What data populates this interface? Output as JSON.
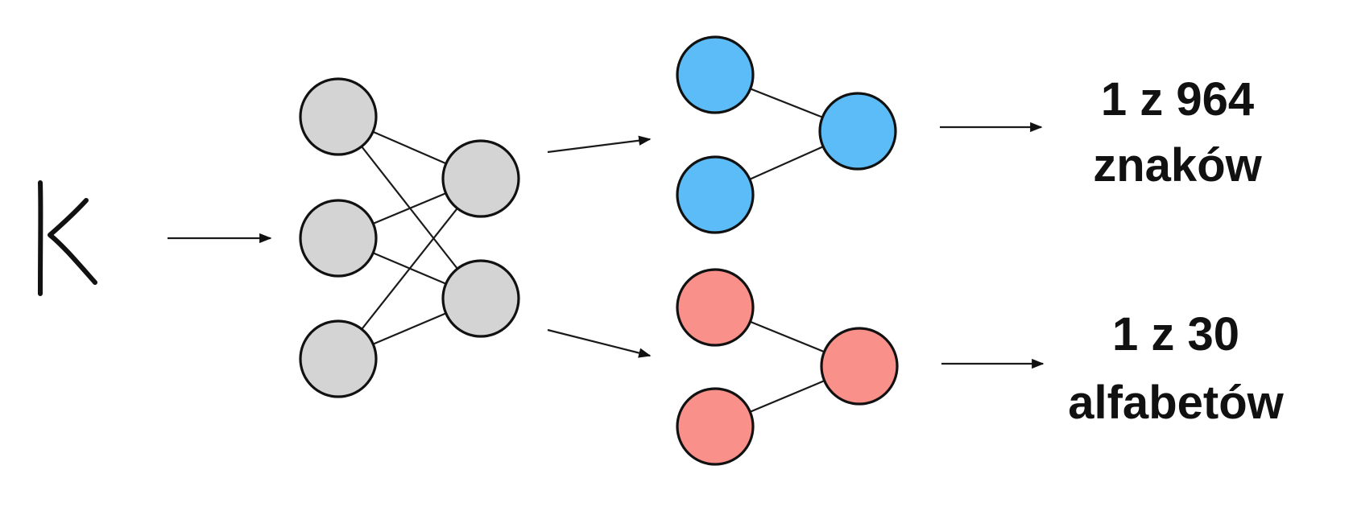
{
  "input_glyph": {
    "icon": "handwritten-k-character-icon"
  },
  "outputs": {
    "characters": {
      "line1": "1 z 964",
      "line2": "znaków",
      "color": "#5bbcf7"
    },
    "alphabets": {
      "line1": "1 z 30",
      "line2": "alfabetów",
      "color": "#f99089"
    }
  },
  "shared_layer_color": "#d4d4d4"
}
